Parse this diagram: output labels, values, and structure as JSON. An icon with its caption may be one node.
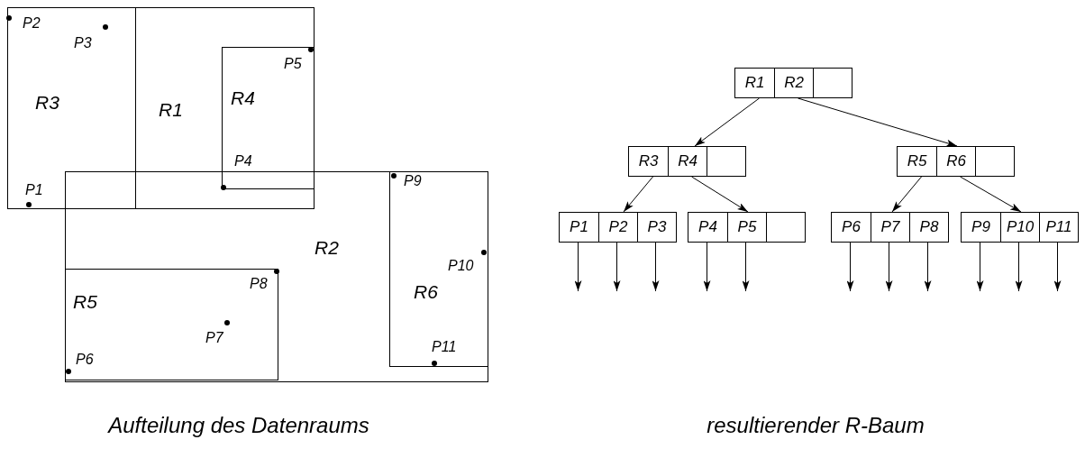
{
  "diagram": {
    "nodes": [
      {
        "text": [
          "R1"
        ]
      },
      {
        "text": [
          "R3"
        ],
        "in": 0
      },
      {
        "text": [
          "R4"
        ],
        "in": 0
      },
      {
        "text": [
          "R2"
        ]
      },
      {
        "text": [
          "R5"
        ],
        "in": 3
      },
      {
        "text": [
          "R6"
        ],
        "in": 3
      },
      {
        "text": [
          "R1",
          "R2"
        ]
      },
      {
        "text": [
          "R3",
          "R4"
        ]
      },
      {
        "text": [
          "R5",
          "R6"
        ]
      },
      {
        "text": [
          "P1",
          "P2",
          "P3"
        ]
      },
      {
        "text": [
          "P4",
          "P5"
        ]
      },
      {
        "text": [
          "P6",
          "P7",
          "P8"
        ]
      },
      {
        "text": [
          "P9",
          "P10",
          "P11"
        ]
      }
    ],
    "edges": [
      {
        "from": 6,
        "to": 7,
        "arrow": "to"
      },
      {
        "from": 6,
        "to": 8,
        "arrow": "to"
      },
      {
        "from": 7,
        "to": 9,
        "arrow": "to"
      },
      {
        "from": 7,
        "to": 10,
        "arrow": "to"
      },
      {
        "from": 8,
        "to": 11,
        "arrow": "to"
      },
      {
        "from": 8,
        "to": 12,
        "arrow": "to"
      },
      {
        "from": 9,
        "to": null,
        "arrow": "to"
      },
      {
        "from": 9,
        "to": null,
        "arrow": "to"
      },
      {
        "from": 9,
        "to": null,
        "arrow": "to"
      },
      {
        "from": 10,
        "to": null,
        "arrow": "to"
      },
      {
        "from": 10,
        "to": null,
        "arrow": "to"
      },
      {
        "from": 11,
        "to": null,
        "arrow": "to"
      },
      {
        "from": 11,
        "to": null,
        "arrow": "to"
      },
      {
        "from": 11,
        "to": null,
        "arrow": "to"
      },
      {
        "from": 12,
        "to": null,
        "arrow": "to"
      },
      {
        "from": 12,
        "to": null,
        "arrow": "to"
      },
      {
        "from": 12,
        "to": null,
        "arrow": "to"
      }
    ],
    "labels": [
      "P2",
      "P3",
      "P5",
      "P4",
      "P9",
      "P1",
      "P8",
      "P10",
      "P7",
      "P11",
      "P6",
      "Aufteilung des Datenraums",
      "resultierender R-Baum"
    ]
  }
}
